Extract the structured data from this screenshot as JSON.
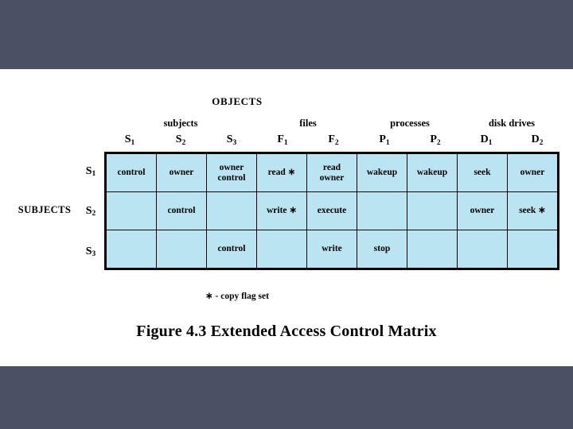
{
  "slide": {
    "band_color": "#4b5064",
    "background_color": "#ffffff"
  },
  "figure": {
    "objects_title": "OBJECTS",
    "subjects_title": "SUBJECTS",
    "footnote": "∗ - copy flag set",
    "caption": "Figure 4.3  Extended Access Control Matrix",
    "cell_fill_color": "#bbe4f3",
    "border_color": "#000000"
  },
  "matrix": {
    "column_groups": [
      {
        "label": "subjects",
        "span": 3
      },
      {
        "label": "files",
        "span": 2
      },
      {
        "label": "processes",
        "span": 2
      },
      {
        "label": "disk drives",
        "span": 2
      }
    ],
    "columns": [
      {
        "base": "S",
        "sub": "1"
      },
      {
        "base": "S",
        "sub": "2"
      },
      {
        "base": "S",
        "sub": "3"
      },
      {
        "base": "F",
        "sub": "1"
      },
      {
        "base": "F",
        "sub": "2"
      },
      {
        "base": "P",
        "sub": "1"
      },
      {
        "base": "P",
        "sub": "2"
      },
      {
        "base": "D",
        "sub": "1"
      },
      {
        "base": "D",
        "sub": "2"
      }
    ],
    "rows": [
      {
        "base": "S",
        "sub": "1"
      },
      {
        "base": "S",
        "sub": "2"
      },
      {
        "base": "S",
        "sub": "3"
      }
    ],
    "cells": [
      [
        "control",
        "owner",
        "owner\ncontrol",
        "read ∗",
        "read\nowner",
        "wakeup",
        "wakeup",
        "seek",
        "owner"
      ],
      [
        "",
        "control",
        "",
        "write ∗",
        "execute",
        "",
        "",
        "owner",
        "seek ∗"
      ],
      [
        "",
        "",
        "control",
        "",
        "write",
        "stop",
        "",
        "",
        ""
      ]
    ]
  }
}
